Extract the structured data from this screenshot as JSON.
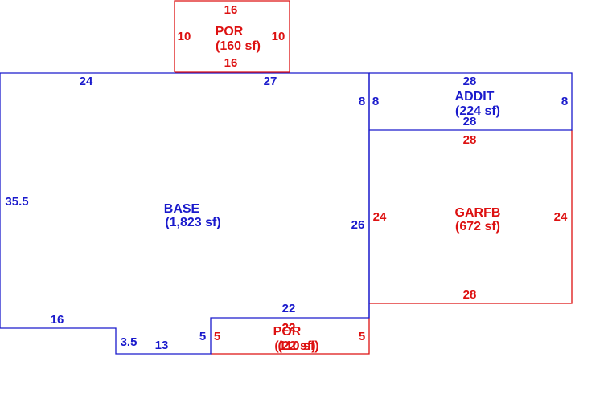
{
  "colors": {
    "blue": "#1a1acc",
    "red": "#dd1111"
  },
  "areas": {
    "por_top": {
      "name": "POR",
      "area": "(160 sf)"
    },
    "base": {
      "name": "BASE",
      "area": "(1,823 sf)"
    },
    "addit": {
      "name": "ADDIT",
      "area": "(224 sf)"
    },
    "garfb": {
      "name": "GARFB",
      "area": "(672 sf)"
    },
    "por_bottom": {
      "name": "POR",
      "area": "(110 sf)",
      "area_overlap": "(22 sf)"
    }
  },
  "dimensions": {
    "por_top": {
      "top": "16",
      "bottom": "16",
      "left": "10",
      "right": "10"
    },
    "base": {
      "top_left": "24",
      "top_right": "27",
      "left": "35.5",
      "right": "26",
      "bottom_left": "16",
      "step": "3.5",
      "bottom_mid": "13",
      "notch": "5",
      "bottom_right": "22"
    },
    "addit": {
      "top": "28",
      "bottom": "28",
      "left": "8",
      "right": "8",
      "base_side": "8"
    },
    "garfb": {
      "top": "28",
      "bottom": "28",
      "left": "24",
      "right": "24"
    },
    "por_bottom": {
      "top": "22",
      "top_overlap": "22",
      "left": "5",
      "right": "5"
    }
  }
}
